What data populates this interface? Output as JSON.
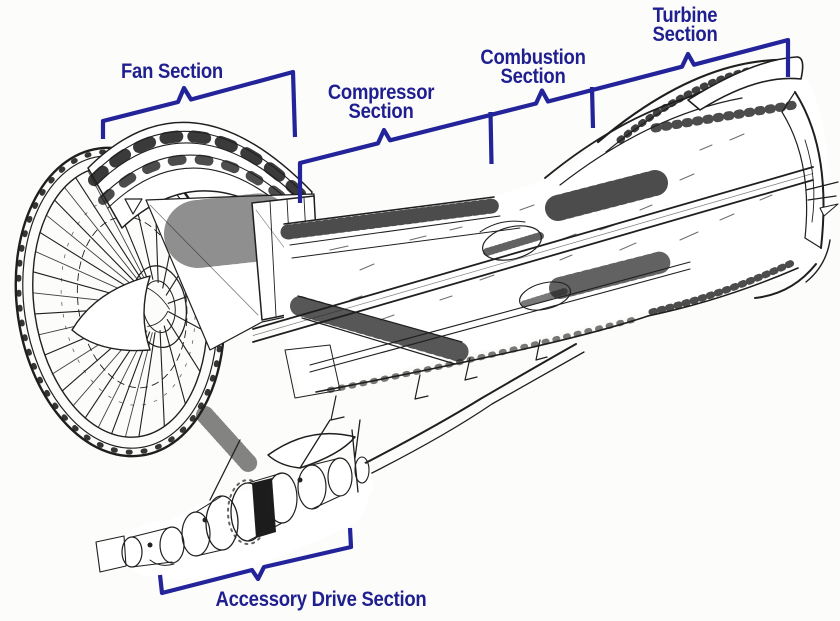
{
  "colors": {
    "background": "#fcfcfb",
    "label": "#1f1f8f",
    "bracket": "#232499",
    "lineart": "#1f1f1f"
  },
  "diagram": {
    "sections": [
      {
        "id": "fan",
        "line1": "Fan Section",
        "line2": ""
      },
      {
        "id": "compressor",
        "line1": "Compressor",
        "line2": "Section"
      },
      {
        "id": "combustion",
        "line1": "Combustion",
        "line2": "Section"
      },
      {
        "id": "turbine",
        "line1": "Turbine",
        "line2": "Section"
      },
      {
        "id": "accessory-drive",
        "line1": "Accessory Drive Section",
        "line2": ""
      }
    ]
  }
}
